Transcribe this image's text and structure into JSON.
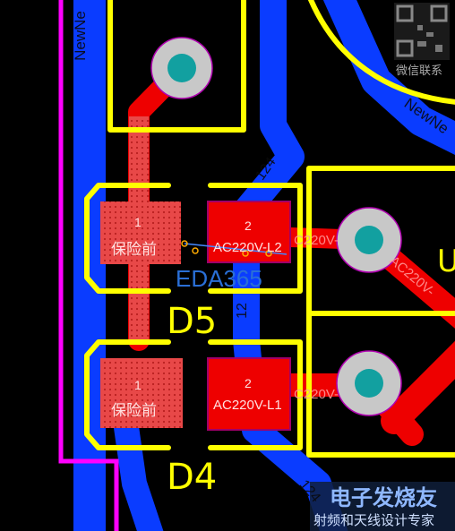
{
  "colors": {
    "background": "#000000",
    "top_copper": "#ee0000",
    "bottom_copper": "#0a3cff",
    "silkscreen": "#ffff00",
    "board_outline": "#ff00ff",
    "via_fill": "#c8c8c8",
    "via_hole": "#12a0a0"
  },
  "components": {
    "d5": {
      "ref": "D5",
      "pad1": {
        "number": "1",
        "net": "保险前"
      },
      "pad2": {
        "number": "2",
        "net": "AC220V-L2"
      }
    },
    "d4": {
      "ref": "D4",
      "pad1": {
        "number": "1",
        "net": "保险前"
      },
      "pad2": {
        "number": "2",
        "net": "AC220V-L1"
      }
    }
  },
  "net_labels": {
    "newnet_left": "NewNe",
    "newnet_right": "NewNe",
    "trace_124_top": "124",
    "trace_124_mid": "12",
    "trace_124_bottom": "124",
    "trace_ac220v_upper": "C220V-",
    "trace_ac220v_lower": "C220V-",
    "trace_ac220v_diag": "AC220V-",
    "partial_ref_u": "U"
  },
  "watermarks": {
    "eda": "EDA365",
    "qr_caption": "微信联系",
    "bottom_logo": "电子发烧友",
    "bottom_tagline": "射频和天线设计专家"
  }
}
